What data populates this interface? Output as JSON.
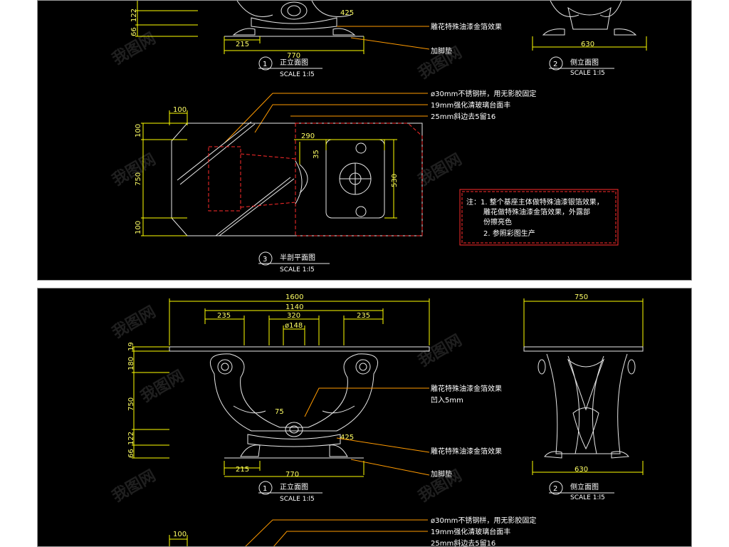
{
  "panels": {
    "top": {
      "front_dims": {
        "d66": "66",
        "d122": "122",
        "d425": "425",
        "d215": "215",
        "d770": "770"
      },
      "side_dims": {
        "d630": "630"
      },
      "front_title": {
        "num": "1",
        "label": "正立面图",
        "scale": "SCALE 1:l5"
      },
      "side_title": {
        "num": "2",
        "label": "侧立面图",
        "scale": "SCALE 1:l5"
      },
      "notes": {
        "carving": "雕花特殊油漆金箔效果",
        "foot_pad": "加脚垫",
        "rod": "ø30mm不锈钢栟，用无影胶固定",
        "glass": "19mm强化清玻璃台面丰",
        "bevel": "25mm斜边去5留16"
      },
      "plan_dims": {
        "d100a": "100",
        "d100b": "100",
        "d750": "750",
        "d100c": "100",
        "d290": "290",
        "d35": "35",
        "d530": "530"
      },
      "plan_title": {
        "num": "3",
        "label": "半剖平面图",
        "scale": "SCALE 1:l5"
      },
      "remark": {
        "line1": "注：1. 整个基座主体做特殊油漆银箔效果，",
        "line2": "雕花做特殊油漆金箔效果，外露部",
        "line3": "份擦亮色",
        "line4": "2. 参照彩图生产"
      }
    },
    "bottom": {
      "front_dims": {
        "d1600": "1600",
        "d1140": "1140",
        "d235a": "235",
        "d320": "320",
        "d235b": "235",
        "d148": "ø148",
        "d19": "19",
        "d180": "180",
        "d750": "750",
        "d75": "75",
        "d122": "122",
        "d66": "66",
        "d425": "425",
        "d215": "215",
        "d770": "770"
      },
      "side_dims": {
        "d750": "750",
        "d630": "630"
      },
      "front_title": {
        "num": "1",
        "label": "正立面图",
        "scale": "SCALE 1:l5"
      },
      "side_title": {
        "num": "2",
        "label": "侧立面图",
        "scale": "SCALE 1:l5"
      },
      "notes": {
        "carving": "雕花特殊油漆金箔效果",
        "recess": "凹入5mm",
        "carving2": "雕花特殊油漆金箔效果",
        "foot_pad": "加脚垫",
        "rod": "ø30mm不锈钢栟，用无影胶固定",
        "glass": "19mm强化清玻璃台面丰",
        "bevel": "25mm斜边去5留16"
      },
      "plan_dims": {
        "d100": "100"
      }
    }
  },
  "colors": {
    "background": "#000000",
    "dimension": "#ffff00",
    "linework": "#e8e8e8",
    "section": "#ff2b2b",
    "leader": "#ff9a00"
  }
}
